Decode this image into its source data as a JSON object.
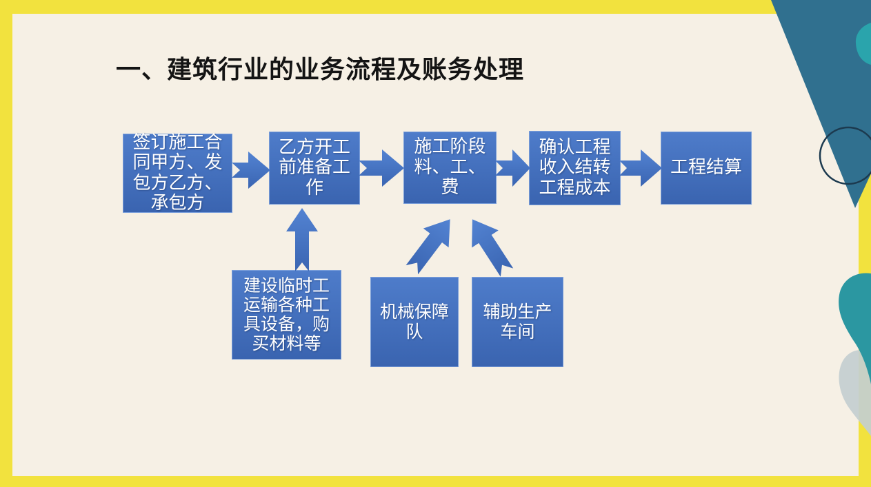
{
  "slide": {
    "title": "一、建筑行业的业务流程及账务处理",
    "flow": {
      "main_steps": [
        {
          "label": "签订施工合\n同甲方、发\n包方乙方、\n承包方"
        },
        {
          "label": "乙方开工\n前准备工\n作"
        },
        {
          "label": "施工阶段\n料、工、\n费"
        },
        {
          "label": "确认工程\n收入结转\n工程成本"
        },
        {
          "label": "工程结算"
        }
      ],
      "support_steps": [
        {
          "label": "建设临时工\n运输各种工\n具设备，购\n买材料等"
        },
        {
          "label": "机械保障\n队"
        },
        {
          "label": "辅助生产\n车间"
        }
      ]
    },
    "icons": {
      "horizontal_connector": "notched-right-arrow",
      "vertical_connector": "notched-up-arrow",
      "diagonal_connector_left": "notched-up-right-arrow",
      "diagonal_connector_right": "notched-up-left-arrow"
    },
    "colors": {
      "frame_yellow": "#F2E23E",
      "canvas_cream": "#F6F0E5",
      "box_blue_top": "#4E7CCA",
      "box_blue_bottom": "#3A64B0",
      "arrow_blue": "#4573C6",
      "teal_dark": "#30708F",
      "teal_light": "#2AA4AC",
      "teal_blob": "#2B97A1",
      "gray_shape": "#C3CED0",
      "circle_stroke": "#1C3A4F",
      "title_text": "#141414",
      "box_text": "#FFFFFF"
    }
  }
}
